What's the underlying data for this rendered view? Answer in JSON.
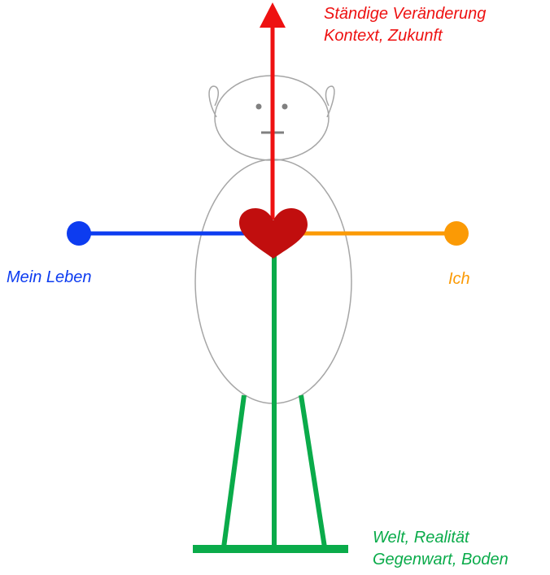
{
  "colors": {
    "red": "#ee1111",
    "blue": "#0d3cf0",
    "orange": "#fb9a05",
    "green": "#0aab4a",
    "heart": "#c10e0e",
    "outline": "#a6a6a6",
    "face": "#808080"
  },
  "labels": {
    "top": {
      "line1": "Ständige Veränderung",
      "line2": "Kontext, Zukunft"
    },
    "left": {
      "line1": "Mein Leben"
    },
    "right": {
      "line1": "Ich"
    },
    "bottom": {
      "line1": "Welt, Realität",
      "line2": "Gegenwart, Boden"
    }
  },
  "icons": {
    "figure": "stick-figure-icon",
    "heart": "heart-icon",
    "arrow": "arrow-up-icon"
  }
}
